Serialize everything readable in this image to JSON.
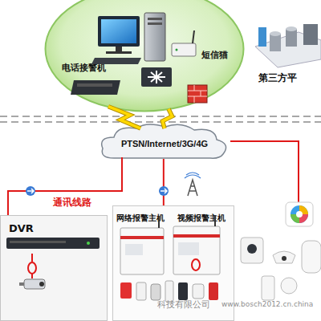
{
  "diagram": {
    "nodes": [
      {
        "text": [
          "电话接警机",
          "短信猫"
        ]
      },
      {
        "text": [
          "第三方平"
        ]
      },
      {
        "text": [
          "PTSN/Internet/3G/4G"
        ]
      },
      {
        "text": [
          "DVR"
        ]
      },
      {
        "text": [
          "网络报警主机",
          "视频报警主机"
        ]
      }
    ],
    "edges": [
      {
        "from": 0,
        "to": 2,
        "arrow": "none"
      },
      {
        "from": 0,
        "to": 2,
        "arrow": "none"
      },
      {
        "from": 2,
        "to": 3,
        "label": "通讯线路",
        "arrow": "none"
      },
      {
        "from": 2,
        "to": 4,
        "arrow": "none"
      }
    ],
    "labels": [
      "科技有限公司",
      "www.bosch2012.cn.china"
    ]
  }
}
